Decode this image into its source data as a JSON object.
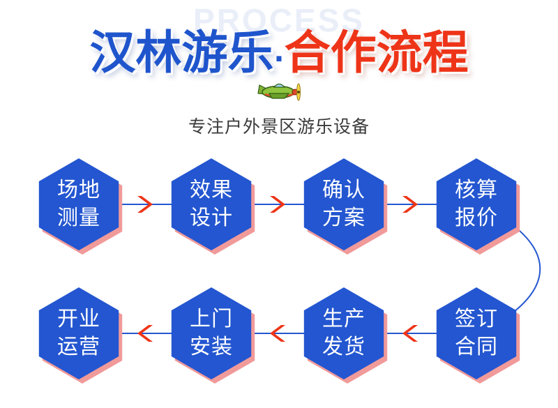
{
  "header": {
    "watermark": "PROCESS",
    "title_blue": "汉林游乐",
    "title_dot": "·",
    "title_red": "合作流程",
    "subtitle": "专注户外景区游乐设备"
  },
  "colors": {
    "node_fill": "#2356d0",
    "node_shadow": "#f19a9a",
    "connector_line": "#2356d0",
    "arrow": "#ee3418",
    "title_blue": "#1f55cc",
    "title_red": "#ee3418"
  },
  "icons": {
    "mascot": "airplane-icon",
    "step_arrow": "chevron-right-icon"
  },
  "steps": [
    {
      "line1": "场地",
      "line2": "测量"
    },
    {
      "line1": "效果",
      "line2": "设计"
    },
    {
      "line1": "确认",
      "line2": "方案"
    },
    {
      "line1": "核算",
      "line2": "报价"
    },
    {
      "line1": "签订",
      "line2": "合同"
    },
    {
      "line1": "生产",
      "line2": "发货"
    },
    {
      "line1": "上门",
      "line2": "安装"
    },
    {
      "line1": "开业",
      "line2": "运营"
    }
  ]
}
